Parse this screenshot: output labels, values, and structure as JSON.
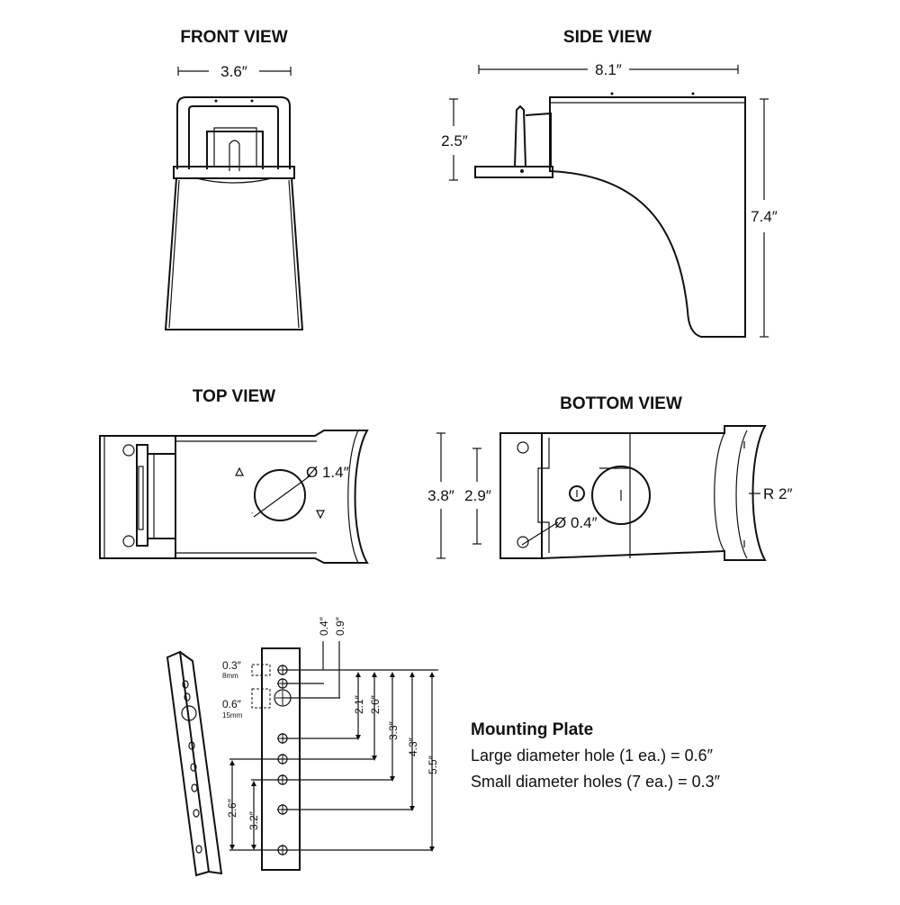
{
  "views": {
    "front": {
      "title": "FRONT VIEW",
      "width": "3.6″"
    },
    "side": {
      "title": "SIDE VIEW",
      "width": "8.1″",
      "height_small": "2.5″",
      "height_total": "7.4″"
    },
    "top": {
      "title": "TOP VIEW",
      "hole": "Ø 1.4″"
    },
    "bottom": {
      "title": "BOTTOM VIEW",
      "height_outer": "3.8″",
      "height_inner": "2.9″",
      "hole": "Ø 0.4″",
      "radius": "R 2″"
    }
  },
  "plate": {
    "small_hole_dim": "0.3″",
    "small_hole_mm": "8mm",
    "large_hole_dim": "0.6″",
    "large_hole_mm": "15mm",
    "d04": "0.4″",
    "d09": "0.9″",
    "d21": "2.1″",
    "d26": "2.6″",
    "d33": "3.3″",
    "d43": "4.3″",
    "d55": "5.5″",
    "d26b": "2.6″",
    "d32": "3.2″"
  },
  "note": {
    "title": "Mounting Plate",
    "line1": "Large diameter hole (1 ea.) = 0.6″",
    "line2": "Small diameter holes (7 ea.) = 0.3″"
  },
  "colors": {
    "ink": "#111111",
    "fill": "#ffffff"
  }
}
